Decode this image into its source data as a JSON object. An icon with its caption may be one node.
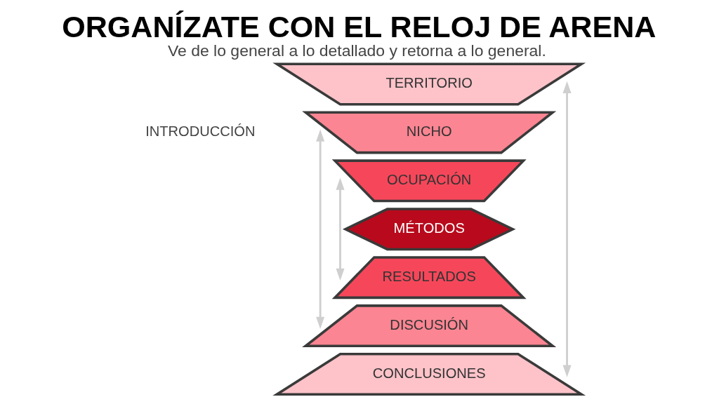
{
  "diagram": {
    "title": "ORGANÍZATE CON EL RELOJ DE ARENA",
    "caption": "Ve de lo general a lo detallado y retorna a lo general.",
    "nodes": [
      {
        "text": [
          "TERRITORIO"
        ]
      },
      {
        "text": [
          "NICHO"
        ]
      },
      {
        "text": [
          "OCUPACIÓN"
        ]
      },
      {
        "text": [
          "MÉTODOS"
        ]
      },
      {
        "text": [
          "RESULTADOS"
        ]
      },
      {
        "text": [
          "DISCUSIÓN"
        ]
      },
      {
        "text": [
          "CONCLUSIONES"
        ]
      }
    ],
    "edges": [
      {
        "from": 0,
        "to": 6,
        "arrow": "both"
      },
      {
        "from": 1,
        "to": 5,
        "arrow": "both"
      },
      {
        "from": 2,
        "to": 4,
        "arrow": "both"
      }
    ],
    "labels": [
      "INTRODUCCIÓN"
    ]
  }
}
